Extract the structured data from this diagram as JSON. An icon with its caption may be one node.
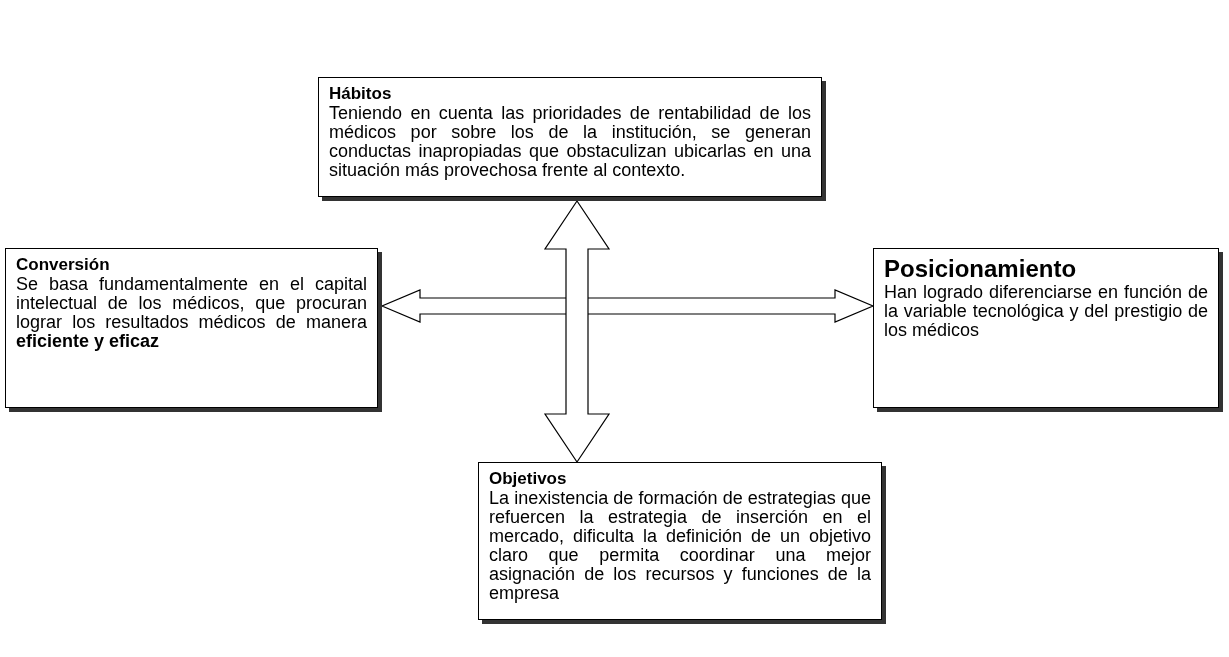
{
  "diagram": {
    "nodes": [
      {
        "text": [
          "Hábitos",
          "Teniendo en cuenta las prioridades de rentabilidad de los médicos por sobre los de la institución, se generan conductas inapropiadas que obstaculizan ubicarlas en una situación más provechosa frente al contexto."
        ]
      },
      {
        "text": [
          "Conversión",
          "Se basa fundamentalmente en el capital intelectual de los médicos, que procuran lograr los resultados médicos de manera **eficiente y eficaz**"
        ]
      },
      {
        "text": [
          "Posicionamiento",
          "Han logrado diferenciarse en función de la variable tecnológica y del prestigio de los médicos"
        ]
      },
      {
        "text": [
          "Objetivos",
          "La inexistencia de formación de estrategias que refuercen la estrategia de inserción en el mercado, dificulta la definición de un objetivo claro que permita coordinar una mejor asignación de los recursos y funciones de la empresa"
        ]
      }
    ],
    "edges": [
      {
        "from": 1,
        "to": 2,
        "arrow": "both"
      },
      {
        "from": 0,
        "to": 3,
        "arrow": "both"
      }
    ]
  }
}
